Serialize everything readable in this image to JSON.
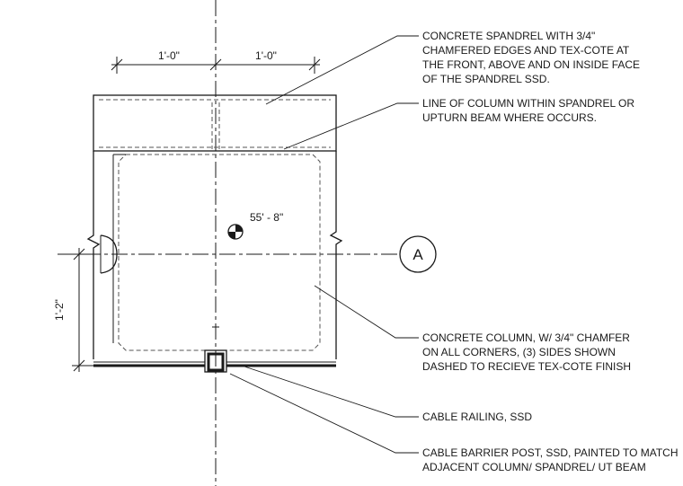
{
  "dimensions": {
    "left_width": "1'-0\"",
    "right_width": "1'-0\"",
    "vertical": "1'-2\""
  },
  "elevation": {
    "value": "55' - 8\""
  },
  "grid_bubble": {
    "label": "A"
  },
  "notes": {
    "spandrel": [
      "CONCRETE SPANDREL WITH 3/4\"",
      "CHAMFERED EDGES AND TEX-COTE AT",
      "THE FRONT, ABOVE AND ON INSIDE FACE",
      "OF THE SPANDREL SSD."
    ],
    "column_line": [
      "LINE OF COLUMN WITHIN SPANDREL OR",
      "UPTURN BEAM WHERE OCCURS."
    ],
    "concrete_column": [
      "CONCRETE COLUMN, W/ 3/4\" CHAMFER",
      "ON ALL CORNERS, (3) SIDES SHOWN",
      "DASHED TO RECIEVE TEX-COTE FINISH"
    ],
    "cable_railing": [
      "CABLE RAILING, SSD"
    ],
    "barrier_post": [
      "CABLE BARRIER POST, SSD, PAINTED TO MATCH",
      "ADJACENT COLUMN/ SPANDREL/ UT BEAM"
    ]
  }
}
